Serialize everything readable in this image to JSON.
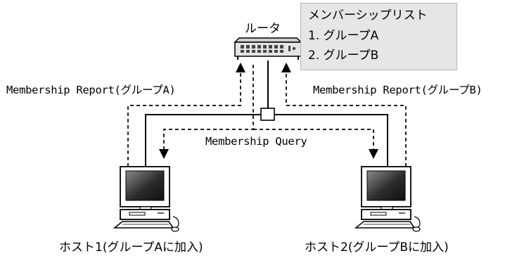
{
  "router": {
    "label": "ルータ"
  },
  "membership_list": {
    "title": "メンバーシップリスト",
    "items": [
      "1. グループA",
      "2. グループB"
    ]
  },
  "messages": {
    "report_a": "Membership Report(グループA)",
    "report_b": "Membership Report(グループB)",
    "query": "Membership Query"
  },
  "hosts": [
    {
      "label": "ホスト1(グループAに加入)"
    },
    {
      "label": "ホスト2(グループBに加入)"
    }
  ]
}
